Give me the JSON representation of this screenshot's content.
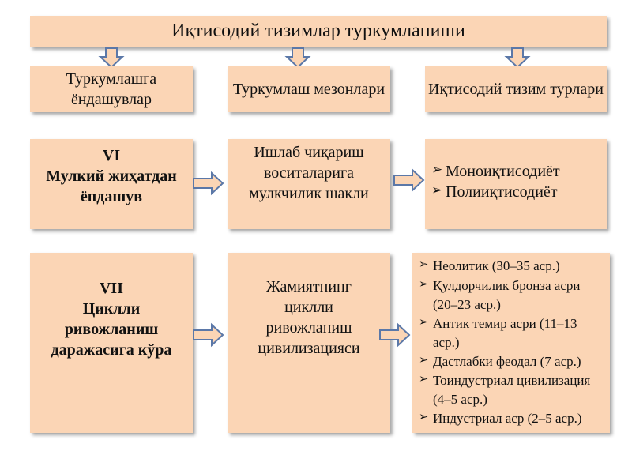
{
  "title": "Иқтисодий тизимлар туркумланиши",
  "headers": [
    "Туркумлашга ёндашувлар",
    "Туркумлаш мезонлари",
    "Иқтисодий тизим турлари"
  ],
  "rows": [
    {
      "approach_num": "VI",
      "approach": "Мулкий жиҳатдан ёндашув",
      "criterion": "Ишлаб чиқариш воситаларига мулкчилик шакли",
      "types": [
        "Моноиқтисодиёт",
        "Полииқтисодиёт"
      ]
    },
    {
      "approach_num": "VII",
      "approach": "Циклли ривожланиш даражасига кўра",
      "criterion": "Жамиятнинг циклли ривожланиш цивилизацияси",
      "types": [
        "Неолитик (30–35 аср.)",
        "Қулдорчилик бронза асри (20–23 аср.)",
        "Антик темир асри (11–13 аср.)",
        "Дастлабки феодал (7 аср.)",
        "Тоиндустриал цивилизация (4–5 аср.)",
        "Индустриал аср (2–5 аср.)"
      ]
    }
  ],
  "colors": {
    "box_fill": "#fbd5b5",
    "arrow_fill": "#fbd5b5",
    "arrow_stroke": "#5b78a8"
  },
  "icons": {
    "bullet": "arrowhead-bullet-icon"
  }
}
